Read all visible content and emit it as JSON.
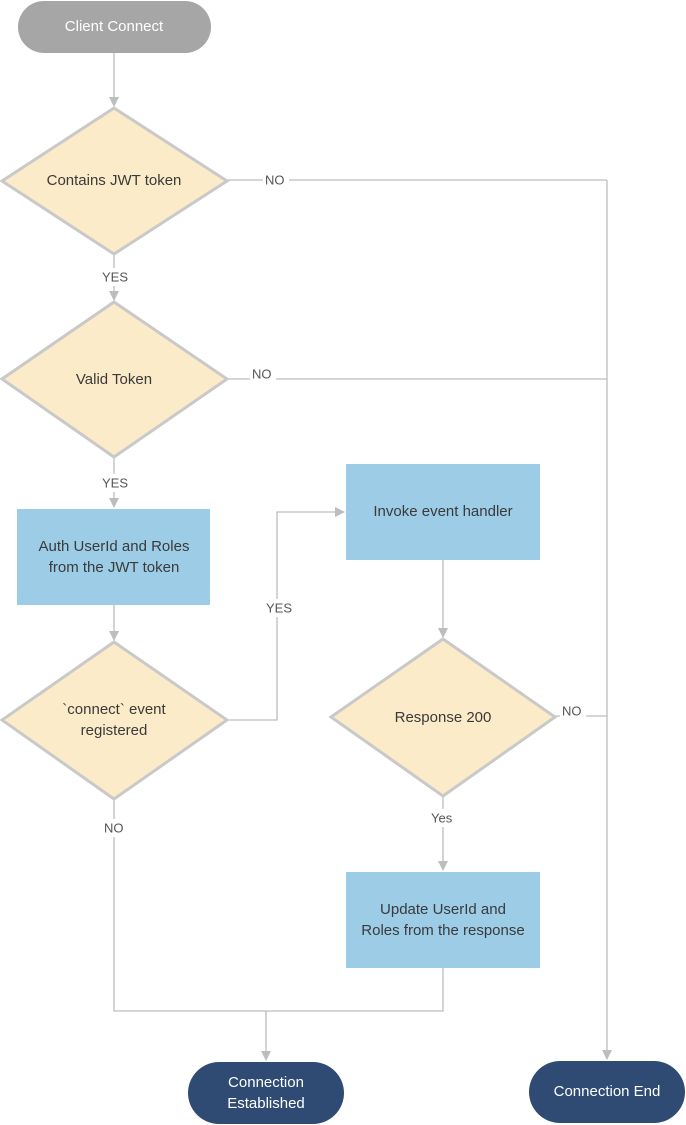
{
  "nodes": {
    "client_connect": "Client Connect",
    "contains_jwt": "Contains JWT token",
    "valid_token": "Valid Token",
    "auth_userid": [
      "Auth UserId and Roles",
      "from the JWT token"
    ],
    "connect_event": [
      "`connect` event",
      "registered"
    ],
    "invoke_handler": "Invoke event handler",
    "response_200": "Response 200",
    "update_userid": [
      "Update UserId and",
      "Roles from the response"
    ],
    "connection_established": [
      "Connection",
      "Established"
    ],
    "connection_end": "Connection End"
  },
  "edge_labels": {
    "jwt_no": "NO",
    "jwt_yes": "YES",
    "valid_no": "NO",
    "valid_yes": "YES",
    "connect_yes": "YES",
    "connect_no": "NO",
    "response_no": "NO",
    "response_yes": "Yes"
  },
  "colors": {
    "start_terminal": "#a6a6a6",
    "end_terminal": "#2f4b73",
    "decision_fill": "#fcebc9",
    "process_fill": "#9ccce6",
    "connector": "#bdbdbd"
  }
}
